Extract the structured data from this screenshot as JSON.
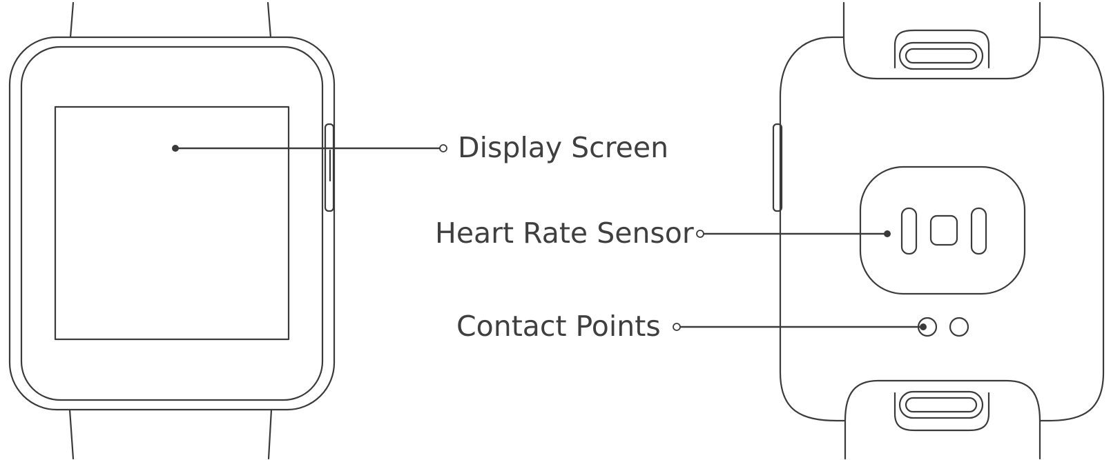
{
  "labels": {
    "display_screen": "Display Screen",
    "heart_rate_sensor": "Heart Rate Sensor",
    "contact_points": "Contact Points"
  },
  "colors": {
    "line": "#3a3a3a",
    "text": "#3f3f3f",
    "background": "#ffffff"
  }
}
